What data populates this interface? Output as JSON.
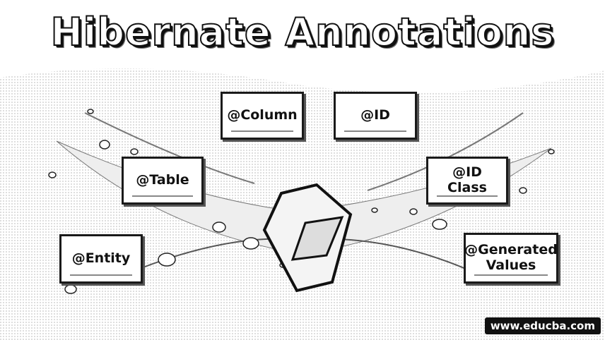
{
  "title": "Hibernate Annotations",
  "annotations": {
    "column": "@Column",
    "id": "@ID",
    "table": "@Table",
    "id_class": "@ID Class",
    "entity": "@Entity",
    "generated_values_line1": "@Generated",
    "generated_values_line2": "Values"
  },
  "footer": {
    "website": "www.educba.com"
  },
  "colors": {
    "ink": "#111111",
    "box_fill": "#ffffff",
    "splash": "#bdbdbd"
  }
}
